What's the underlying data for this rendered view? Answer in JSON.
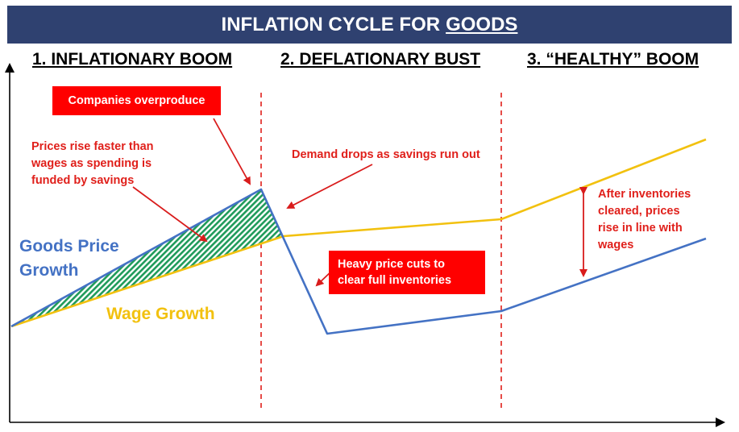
{
  "title": {
    "main": "INFLATION CYCLE FOR",
    "emphasis": "GOODS"
  },
  "phases": [
    {
      "label": "1. INFLATIONARY BOOM"
    },
    {
      "label": "2. DEFLATIONARY BUST"
    },
    {
      "label": "3. “HEALTHY” BOOM"
    }
  ],
  "series": {
    "goods": {
      "label_line1": "Goods Price",
      "label_line2": "Growth",
      "color": "#4472c4"
    },
    "wages": {
      "label": "Wage Growth",
      "color": "#f2c10f"
    }
  },
  "annotations": {
    "overproduce": "Companies overproduce",
    "prices_rise": [
      "Prices rise faster than",
      "wages as spending is",
      "funded by savings"
    ],
    "demand_drops": "Demand drops as savings run out",
    "price_cuts": [
      "Heavy price cuts to",
      "clear full inventories"
    ],
    "after_clear": [
      "After inventories",
      "cleared, prices",
      "rise in line with",
      "wages"
    ]
  },
  "colors": {
    "banner": "#2f4170",
    "accent_red": "#ff0000",
    "note_red": "#e0201b",
    "gap_fill": "#1f9b5a"
  }
}
